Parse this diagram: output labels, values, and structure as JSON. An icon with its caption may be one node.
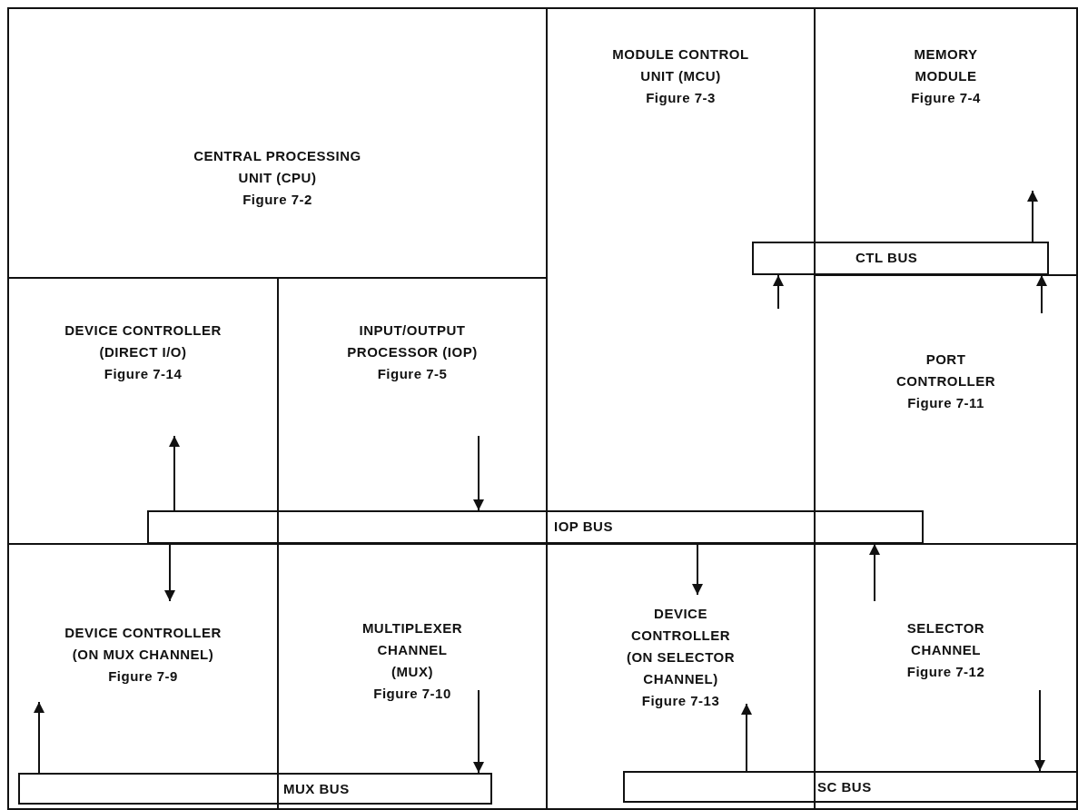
{
  "diagram": {
    "nodes": [
      {
        "text": [
          "CENTRAL PROCESSING UNIT (CPU)",
          "Figure 7-2"
        ]
      },
      {
        "text": [
          "MODULE CONTROL UNIT (MCU)",
          "Figure 7-3"
        ]
      },
      {
        "text": [
          "MEMORY MODULE",
          "Figure 7-4"
        ]
      },
      {
        "text": [
          "CTL BUS"
        ]
      },
      {
        "text": [
          "DEVICE CONTROLLER (DIRECT I/O)",
          "Figure 7-14"
        ]
      },
      {
        "text": [
          "INPUT/OUTPUT PROCESSOR (IOP)",
          "Figure 7-5"
        ]
      },
      {
        "text": [
          "PORT CONTROLLER",
          "Figure 7-11"
        ]
      },
      {
        "text": [
          "IOP BUS"
        ]
      },
      {
        "text": [
          "DEVICE CONTROLLER (ON MUX CHANNEL)",
          "Figure 7-9"
        ]
      },
      {
        "text": [
          "MULTIPLEXER CHANNEL (MUX)",
          "Figure 7-10"
        ]
      },
      {
        "text": [
          "DEVICE CONTROLLER (ON SELECTOR CHANNEL)",
          "Figure 7-13"
        ]
      },
      {
        "text": [
          "SELECTOR CHANNEL",
          "Figure 7-12"
        ]
      },
      {
        "text": [
          "MUX BUS"
        ]
      },
      {
        "text": [
          "SC BUS"
        ]
      }
    ],
    "edges": [
      {
        "from": 3,
        "to": 2,
        "arrow": "to"
      },
      {
        "from": 1,
        "to": 3,
        "arrow": "to"
      },
      {
        "from": 6,
        "to": 3,
        "arrow": "to"
      },
      {
        "from": 7,
        "to": 4,
        "arrow": "to"
      },
      {
        "from": 5,
        "to": 7,
        "arrow": "to"
      },
      {
        "from": 7,
        "to": 8,
        "arrow": "to"
      },
      {
        "from": 7,
        "to": 10,
        "arrow": "to"
      },
      {
        "from": 11,
        "to": 7,
        "arrow": "to"
      },
      {
        "from": 12,
        "to": 8,
        "arrow": "to"
      },
      {
        "from": 9,
        "to": 12,
        "arrow": "to"
      },
      {
        "from": 13,
        "to": 10,
        "arrow": "to"
      },
      {
        "from": 11,
        "to": 13,
        "arrow": "to"
      }
    ]
  }
}
